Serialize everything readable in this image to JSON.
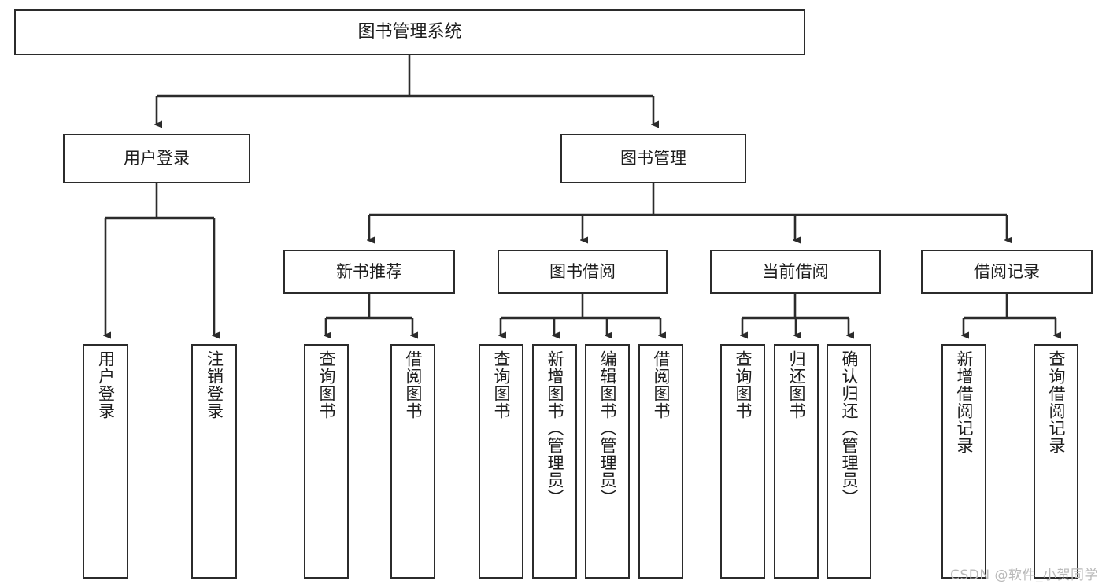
{
  "diagram": {
    "title": "图书管理系统",
    "type": "tree",
    "watermark": "CSDN @软件_小贺同学",
    "colors": {
      "stroke": "#2b2b2b",
      "fill": "#ffffff",
      "text": "#1d1d1d",
      "watermark": "#b9b9b9"
    },
    "nodes": {
      "root": {
        "label": "图书管理系统"
      },
      "level1": [
        {
          "id": "user-login",
          "label": "用户登录"
        },
        {
          "id": "book-manage",
          "label": "图书管理"
        }
      ],
      "level2": [
        {
          "id": "new-book-recommend",
          "label": "新书推荐"
        },
        {
          "id": "book-borrow",
          "label": "图书借阅"
        },
        {
          "id": "current-borrow",
          "label": "当前借阅"
        },
        {
          "id": "borrow-record",
          "label": "借阅记录"
        }
      ],
      "leaves": {
        "user-login": [
          {
            "id": "leaf-user-login",
            "label": "用户登录"
          },
          {
            "id": "leaf-logout-login",
            "label": "注销登录"
          }
        ],
        "new-book-recommend": [
          {
            "id": "leaf-query-book-1",
            "label": "查询图书"
          },
          {
            "id": "leaf-borrow-book-1",
            "label": "借阅图书"
          }
        ],
        "book-borrow": [
          {
            "id": "leaf-query-book-2",
            "label": "查询图书"
          },
          {
            "id": "leaf-add-book",
            "label": "新增图书（管理员）"
          },
          {
            "id": "leaf-edit-book",
            "label": "编辑图书（管理员）"
          },
          {
            "id": "leaf-borrow-book-2",
            "label": "借阅图书"
          }
        ],
        "current-borrow": [
          {
            "id": "leaf-query-book-3",
            "label": "查询图书"
          },
          {
            "id": "leaf-return-book",
            "label": "归还图书"
          },
          {
            "id": "leaf-confirm-return",
            "label": "确认归还（管理员）"
          }
        ],
        "borrow-record": [
          {
            "id": "leaf-add-record",
            "label": "新增借阅记录"
          },
          {
            "id": "leaf-query-record",
            "label": "查询借阅记录"
          }
        ]
      }
    }
  }
}
